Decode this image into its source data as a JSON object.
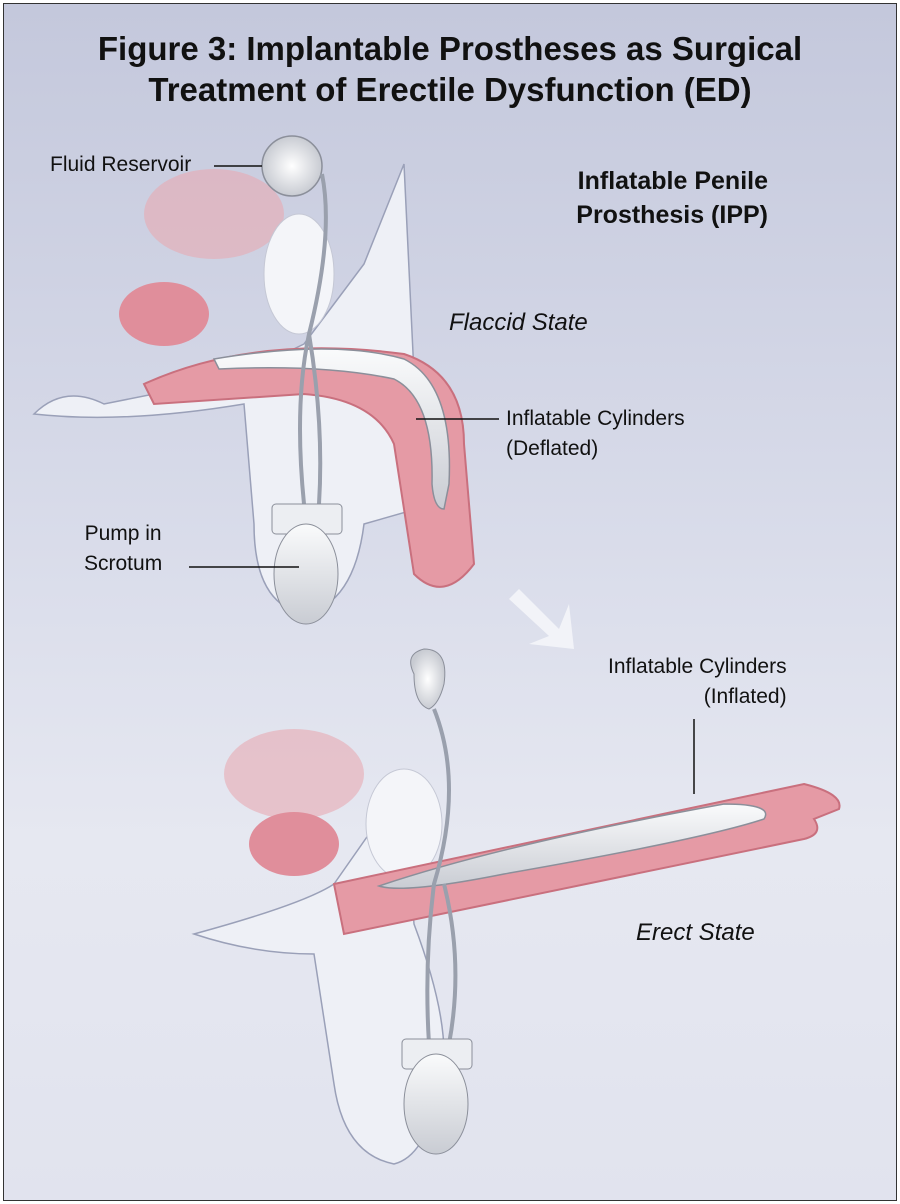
{
  "title_line1": "Figure 3: Implantable Prostheses as Surgical",
  "title_line2": "Treatment of Erectile Dysfunction (ED)",
  "subtitle_line1": "Inflatable Penile",
  "subtitle_line2": "Prosthesis (IPP)",
  "labels": {
    "fluid_reservoir": "Fluid Reservoir",
    "flaccid_state": "Flaccid State",
    "cyl_deflated_1": "Inflatable Cylinders",
    "cyl_deflated_2": "(Deflated)",
    "pump_1": "Pump in",
    "pump_2": "Scrotum",
    "cyl_inflated_1": "Inflatable Cylinders",
    "cyl_inflated_2": "(Inflated)",
    "erect_state": "Erect State"
  },
  "colors": {
    "tissue": "#e59aa5",
    "tissue_dark": "#c9707e",
    "device": "#eceef2",
    "body": "#e9ebf3",
    "background": "#cfd2e3"
  }
}
